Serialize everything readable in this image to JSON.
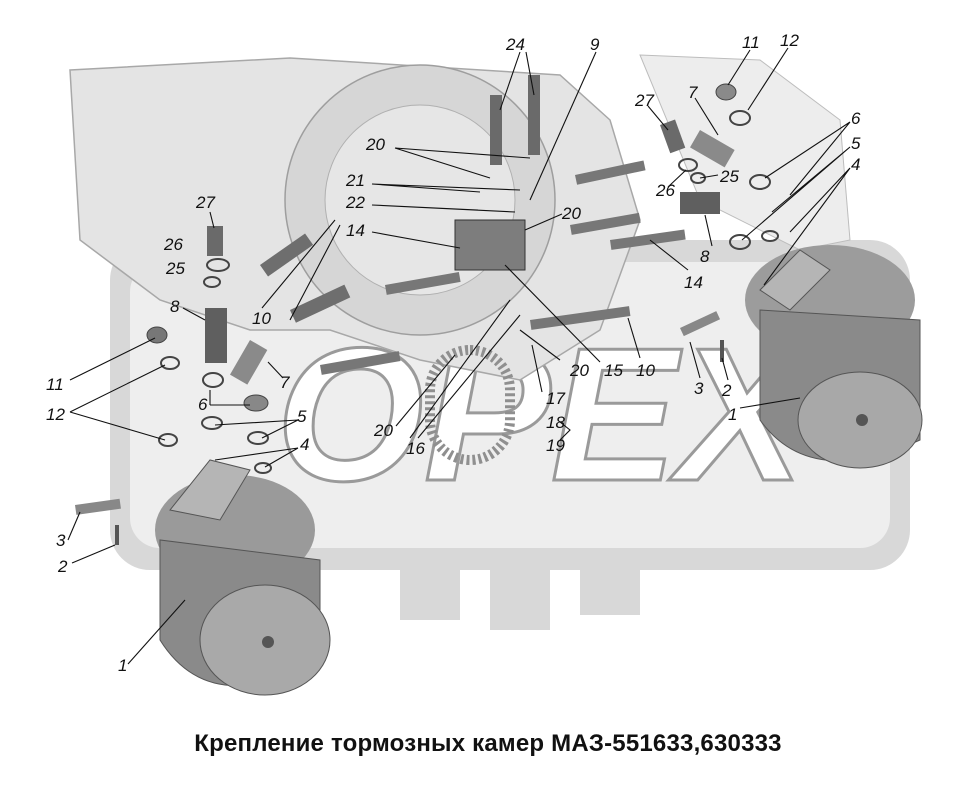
{
  "caption": "Крепление тормозных камер МАЗ-551633,630333",
  "watermark": "ОРЕХ",
  "colors": {
    "watermark_gray": "#cfcfcf",
    "part_gray": "#bdbdbd",
    "dark_part": "#6d6d6d",
    "text": "#111111"
  },
  "callouts": [
    {
      "id": "lbl-24",
      "text": "24"
    },
    {
      "id": "lbl-9",
      "text": "9"
    },
    {
      "id": "lbl-11-top",
      "text": "11"
    },
    {
      "id": "lbl-12-top",
      "text": "12"
    },
    {
      "id": "lbl-27-right",
      "text": "27"
    },
    {
      "id": "lbl-7-top",
      "text": "7"
    },
    {
      "id": "lbl-6-right",
      "text": "6"
    },
    {
      "id": "lbl-5-right",
      "text": "5"
    },
    {
      "id": "lbl-4-right",
      "text": "4"
    },
    {
      "id": "lbl-20-top",
      "text": "20"
    },
    {
      "id": "lbl-21",
      "text": "21"
    },
    {
      "id": "lbl-22",
      "text": "22"
    },
    {
      "id": "lbl-26-right",
      "text": "26"
    },
    {
      "id": "lbl-25-right",
      "text": "25"
    },
    {
      "id": "lbl-20-mid",
      "text": "20"
    },
    {
      "id": "lbl-27-left",
      "text": "27"
    },
    {
      "id": "lbl-14-left",
      "text": "14"
    },
    {
      "id": "lbl-8-right",
      "text": "8"
    },
    {
      "id": "lbl-14-right",
      "text": "14"
    },
    {
      "id": "lbl-26-left",
      "text": "26"
    },
    {
      "id": "lbl-25-left",
      "text": "25"
    },
    {
      "id": "lbl-8-left",
      "text": "8"
    },
    {
      "id": "lbl-10-left",
      "text": "10"
    },
    {
      "id": "lbl-20-low",
      "text": "20"
    },
    {
      "id": "lbl-15",
      "text": "15"
    },
    {
      "id": "lbl-10-right",
      "text": "10"
    },
    {
      "id": "lbl-3-right",
      "text": "3"
    },
    {
      "id": "lbl-2-right",
      "text": "2"
    },
    {
      "id": "lbl-1-right",
      "text": "1"
    },
    {
      "id": "lbl-11-left",
      "text": "11"
    },
    {
      "id": "lbl-7-left",
      "text": "7"
    },
    {
      "id": "lbl-12-left",
      "text": "12"
    },
    {
      "id": "lbl-6-left",
      "text": "6"
    },
    {
      "id": "lbl-5-left",
      "text": "5"
    },
    {
      "id": "lbl-17",
      "text": "17"
    },
    {
      "id": "lbl-18",
      "text": "18"
    },
    {
      "id": "lbl-19",
      "text": "19"
    },
    {
      "id": "lbl-20-bottom",
      "text": "20"
    },
    {
      "id": "lbl-16",
      "text": "16"
    },
    {
      "id": "lbl-4-left",
      "text": "4"
    },
    {
      "id": "lbl-3-left",
      "text": "3"
    },
    {
      "id": "lbl-2-left",
      "text": "2"
    },
    {
      "id": "lbl-1-left",
      "text": "1"
    }
  ]
}
